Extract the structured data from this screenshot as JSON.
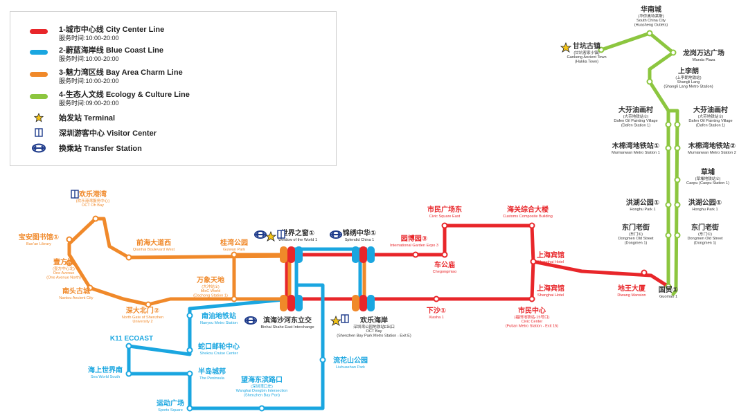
{
  "legend": {
    "lines": [
      {
        "name": "1-城市中心线  City Center Line",
        "hours": "服务时间:10:00-20:00",
        "color": "#e8262a"
      },
      {
        "name": "2-蔚蓝海岸线  Blue Coast Line",
        "hours": "服务时间:10:00-20:00",
        "color": "#1aa6e0"
      },
      {
        "name": "3-魅力湾区线  Bay Area Charm Line",
        "hours": "服务时间:10:00-20:00",
        "color": "#f0892a"
      },
      {
        "name": "4-生态人文线  Ecology & Culture Line",
        "hours": "服务时间:09:00-20:00",
        "color": "#8cc63f"
      }
    ],
    "terminal": "始发站  Terminal",
    "visitor_center": "深圳游客中心  Visitor Center",
    "transfer": "换乘站  Transfer Station"
  },
  "stations": {
    "huanan": [
      "华南城",
      "(华侨奥特莱斯)",
      "South China City",
      "(Huasheng Outlets)"
    ],
    "gankeng": [
      "甘坑古镇",
      "(甘坑客家小镇)",
      "Gankeng Ancient Town",
      "(Hakka Town)"
    ],
    "wanda": [
      "龙岗万达广场",
      "Wanda Plaza"
    ],
    "shangli": [
      "上李朗",
      "(上李朗地铁站)",
      "Shangli Lang",
      "(Shangli Lang Metro Station)"
    ],
    "dafen_l": [
      "大芬油画村",
      "(大芬地铁站①)",
      "Dafen Oil Painting Village",
      "(Dafen Station 1)"
    ],
    "dafen_r": [
      "大芬油画村",
      "(大芬地铁站①)",
      "Dafen Oil Painting Village",
      "(Dafen Station 1)"
    ],
    "mumian_l": [
      "木棉湾地铁站①",
      "Mumianwan Metro Station 1"
    ],
    "mumian_r": [
      "木棉湾地铁站②",
      "Mumianwan Metro Station 2"
    ],
    "caopu": [
      "草埔",
      "(草埔地铁站①)",
      "Caopu (Caopu Station 1)"
    ],
    "honghu_l": [
      "洪湖公园①",
      "Honghu Park 1"
    ],
    "honghu_r": [
      "洪湖公园①",
      "Honghu Park 1"
    ],
    "dongmen_l": [
      "东门老街",
      "(东门①)",
      "Dongmen Old Street",
      "(Dongmen 1)"
    ],
    "dongmen_r": [
      "东门老街",
      "(东门①)",
      "Dongmen Old Street",
      "(Dongmen 1)"
    ],
    "guomao": [
      "国贸①",
      "Guomao 1"
    ],
    "diwang": [
      "地王大厦",
      "Diwang Mansion"
    ],
    "shanghai_1": [
      "上海宾馆",
      "Shanghai Hotel"
    ],
    "shanghai_2": [
      "上海宾馆",
      "Shanghai Hotel"
    ],
    "customs": [
      "海关综合大楼",
      "Customs Composite Building"
    ],
    "civic_sq": [
      "市民广场东",
      "Civic Square East"
    ],
    "civic_ctr": [
      "市民中心",
      "(福田地铁站-15号口)",
      "Civic Center",
      "(Futian Metro Station - Exit 15)"
    ],
    "garden": [
      "园博园③",
      "International Garden Expo 3"
    ],
    "chegong": [
      "车公庙",
      "Chegongmiao"
    ],
    "xiasha": [
      "下沙①",
      "Xiasha 1"
    ],
    "window": [
      "世界之窗①",
      "Window of the World 1"
    ],
    "splendid": [
      "锦绣中华①",
      "Splendid China 1"
    ],
    "octbay": [
      "欢乐海岸",
      "深圳湾公园地铁站E出口",
      "OCT Bay",
      "(Shenzhen Bay Park Metro Station - Exit E)"
    ],
    "binhai": [
      "滨海沙河东立交",
      "Binhai Shahe East Interchange"
    ],
    "guiwan": [
      "桂湾公园",
      "Guiwan Park"
    ],
    "mixc": [
      "万象天地",
      "(大冲站①)",
      "MixC World",
      "(Dachong Station 1)"
    ],
    "qianhai": [
      "前海大道西",
      "Qianhai Boulevard West"
    ],
    "octharbor": [
      "欢乐港湾",
      "(欢乐港湾服务中心)",
      "OCT Oh Bay"
    ],
    "baoan": [
      "宝安图书馆①",
      "Bao'an Library"
    ],
    "oneavenue": [
      "壹方城",
      "(壹方中心北)",
      "One Avenue",
      "(One Avenue North)"
    ],
    "nantou": [
      "南头古城",
      "Nantou Ancient City"
    ],
    "szu": [
      "深大北门②",
      "North Gate of Shenzhen",
      "University 2"
    ],
    "nanyou": [
      "南油地铁站",
      "Nanyou Metro Station"
    ],
    "k11": [
      "K11 ECOAST"
    ],
    "cruise": [
      "蛇口邮轮中心",
      "Shekou Cruise Center"
    ],
    "seaworld": [
      "海上世界南",
      "Sea World South"
    ],
    "peninsula": [
      "半岛城邦",
      "The Peninsula"
    ],
    "wanghai": [
      "望海东滨路口",
      "(深圳湾口岸)",
      "Wanghai Dongbin Intersection",
      "(Shenzhen Bay Port)"
    ],
    "sports": [
      "运动广场",
      "Sports Square"
    ],
    "liuhua": [
      "流花山公园",
      "Liuhuashan Park"
    ]
  }
}
